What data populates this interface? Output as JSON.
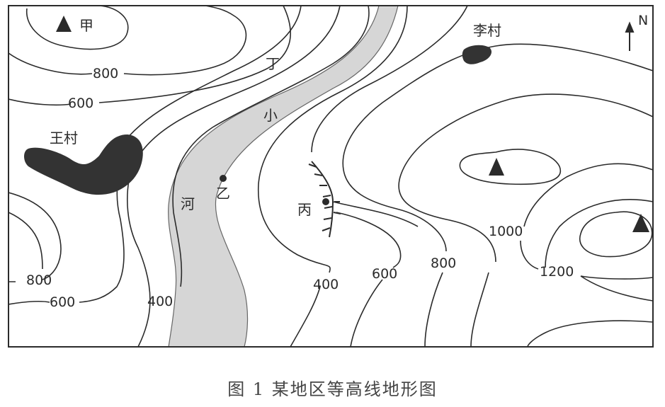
{
  "figure": {
    "caption": "图 1   某地区等高线地形图"
  },
  "compass": {
    "label": "N"
  },
  "peaks": {
    "jia": "甲"
  },
  "points": {
    "yi": "乙",
    "bing": "丙"
  },
  "villages": {
    "wang": "王村",
    "li": "李村"
  },
  "river": {
    "char1": "丁",
    "char2": "小",
    "char3": "河"
  },
  "contour_labels": {
    "nw_800": "800",
    "nw_600": "600",
    "w_800": "800",
    "w_600": "600",
    "c_400": "400",
    "s_400": "400",
    "s_600": "600",
    "e_800": "800",
    "e_1000": "1000",
    "e_1200": "1200"
  },
  "colors": {
    "river": "#d6d6d6",
    "village": "#333333",
    "line": "#2b2b2b"
  }
}
